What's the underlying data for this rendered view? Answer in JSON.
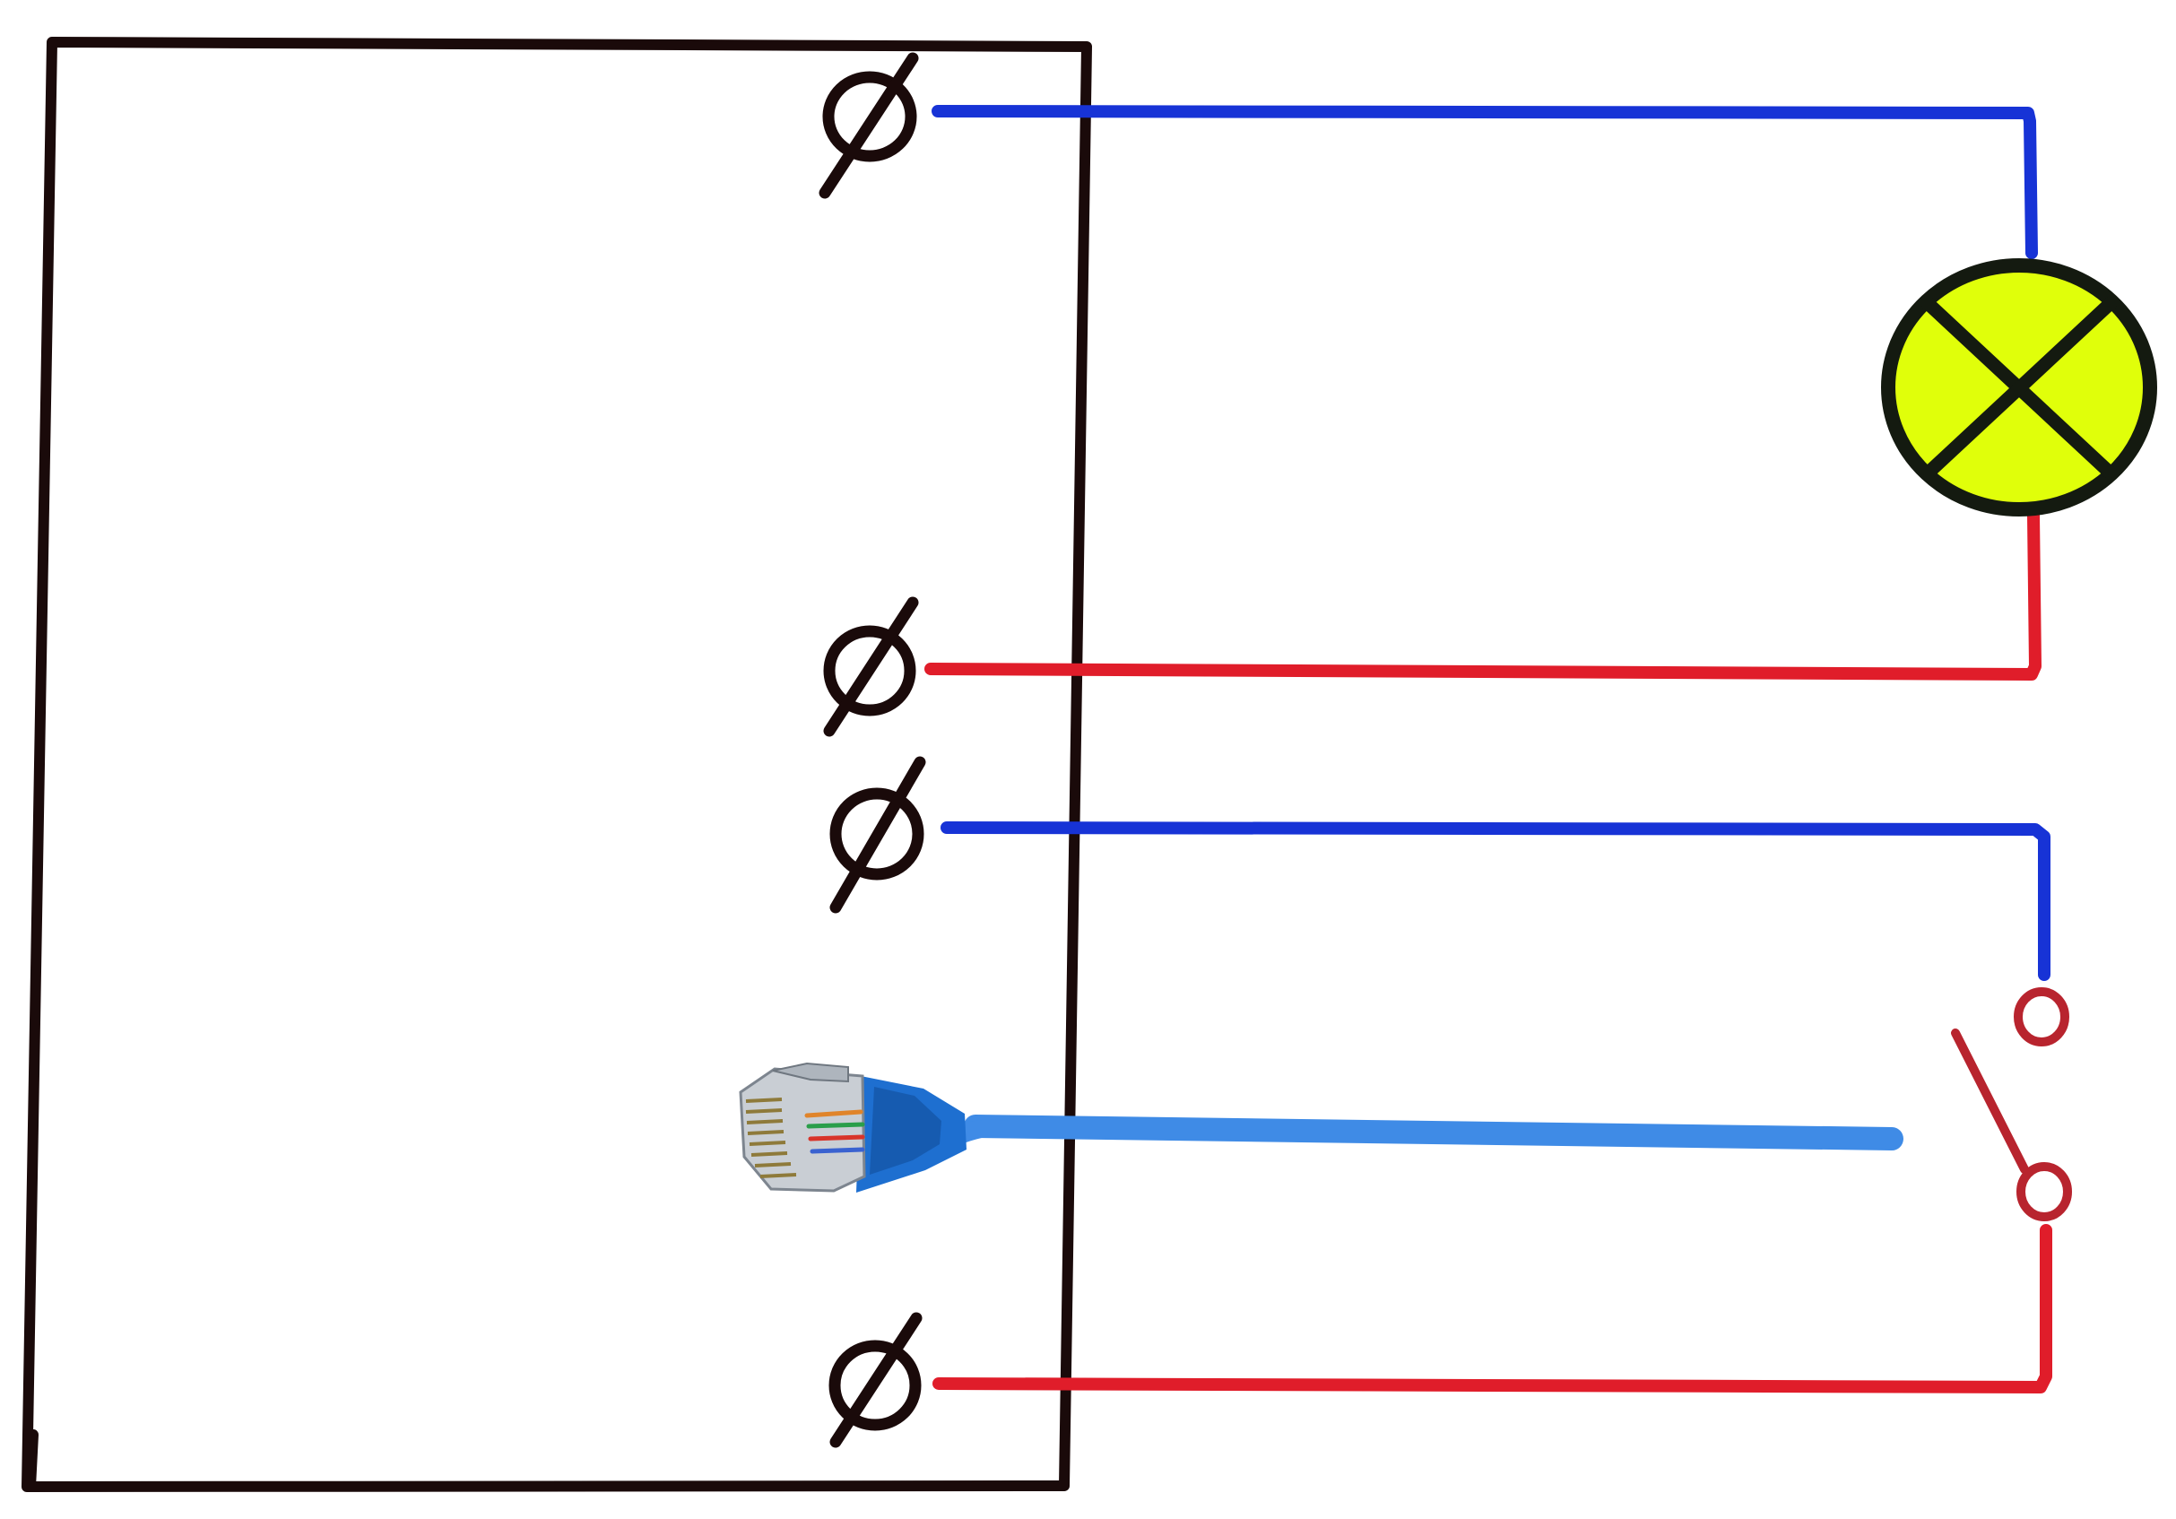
{
  "colors": {
    "frame": "#1a0a0a",
    "positive_wire": "#1733d6",
    "negative_wire": "#e01d2a",
    "lamp_fill": "#e0ff0a",
    "lamp_outline": "#141a10",
    "switch": "#b8242e",
    "network_cable": "#3f8be6",
    "connector_body": "#1e6fd0",
    "connector_housing": "#c9ced4"
  },
  "components": {
    "controller": "box",
    "terminals": [
      "terminal-1",
      "terminal-2",
      "terminal-3",
      "terminal-4"
    ],
    "lamp": "lamp-symbol",
    "switch": "switch-symbol",
    "network_plug": "rj45-connector"
  }
}
